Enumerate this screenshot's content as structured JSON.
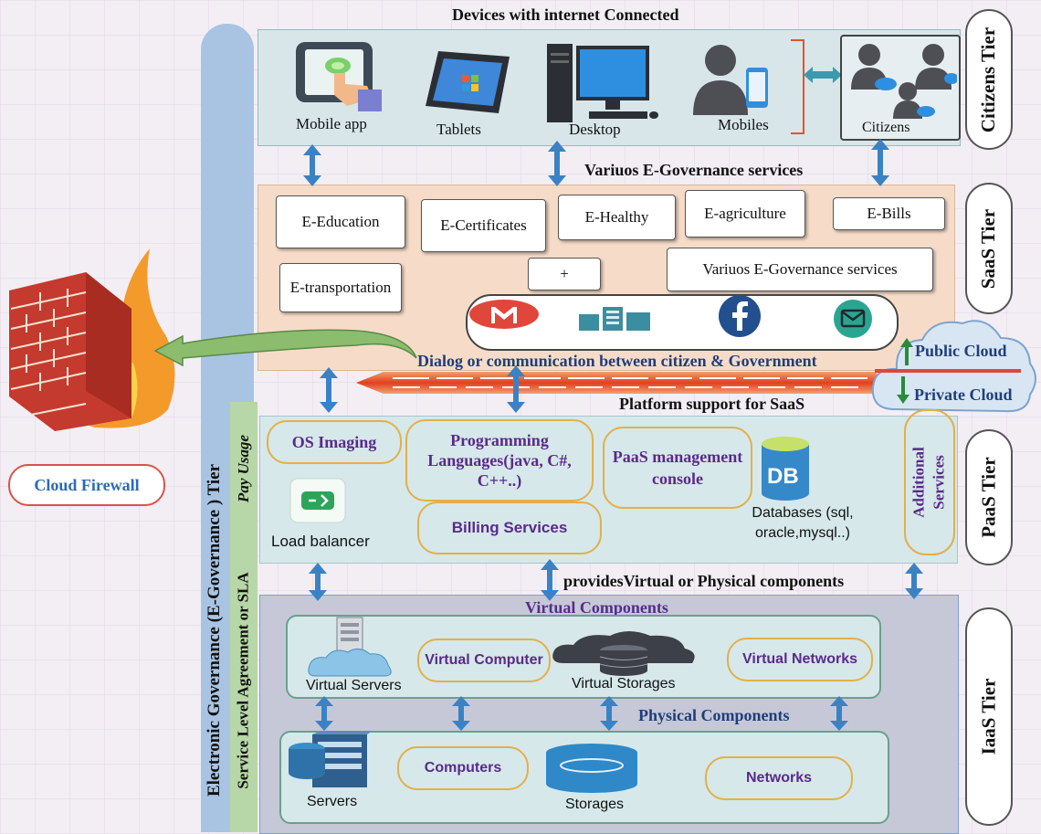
{
  "header": {
    "title": "Devices with internet Connected"
  },
  "tiers": {
    "citizens": "Citizens Tier",
    "saas": "SaaS Tier",
    "paas": "PaaS Tier",
    "iaas": "IaaS Tier"
  },
  "side": {
    "egov": "Electronic Governance (E-Governance ) Tier",
    "sla": "Service Level Agreement or SLA",
    "pay": "Pay Usage"
  },
  "devices": {
    "mobile_app": "Mobile app",
    "tablets": "Tablets",
    "desktop": "Desktop",
    "mobiles": "Mobiles",
    "citizens": "Citizens"
  },
  "saas": {
    "heading": "Variuos E-Governance services",
    "services": [
      "E-Education",
      "E-Certificates",
      "E-Healthy",
      "E-agriculture",
      "E-Bills",
      "E-transportation",
      "+",
      "Variuos E-Governance services"
    ],
    "dialog": "Dialog or communication between citizen & Government",
    "platform": "Platform support for SaaS"
  },
  "cloud": {
    "public": "Public Cloud",
    "private": "Private Cloud"
  },
  "firewall": {
    "label": "Cloud Firewall"
  },
  "paas": {
    "os_imaging": "OS Imaging",
    "programming": "Programming Languages(java, C#, C++..)",
    "management": "PaaS management console",
    "billing": "Billing Services",
    "load_balancer": "Load balancer",
    "db_icon_text": "DB",
    "databases": "Databases (sql, oracle,mysql..)",
    "additional": "Additional Services",
    "provides": "providesVirtual or Physical components"
  },
  "iaas": {
    "virtual_heading": "Virtual Components",
    "virtual_servers": "Virtual Servers",
    "virtual_computer": "Virtual Computer",
    "virtual_storages": "Virtual Storages",
    "virtual_networks": "Virtual Networks",
    "physical_heading": "Physical Components",
    "servers": "Servers",
    "computers": "Computers",
    "storages": "Storages",
    "networks": "Networks"
  },
  "colors": {
    "citizens_bg": "#d8e6ea",
    "saas_bg": "#f6dcc8",
    "paas_bg": "#d6e8ea",
    "iaas_bg": "#c6c8d8",
    "arrow": "#3b82c4",
    "egov_bar": "#a9c4e2",
    "sla_bar": "#b8d7a8",
    "accent_text": "#1f3e7a",
    "pill_text": "#5a2a8a"
  }
}
